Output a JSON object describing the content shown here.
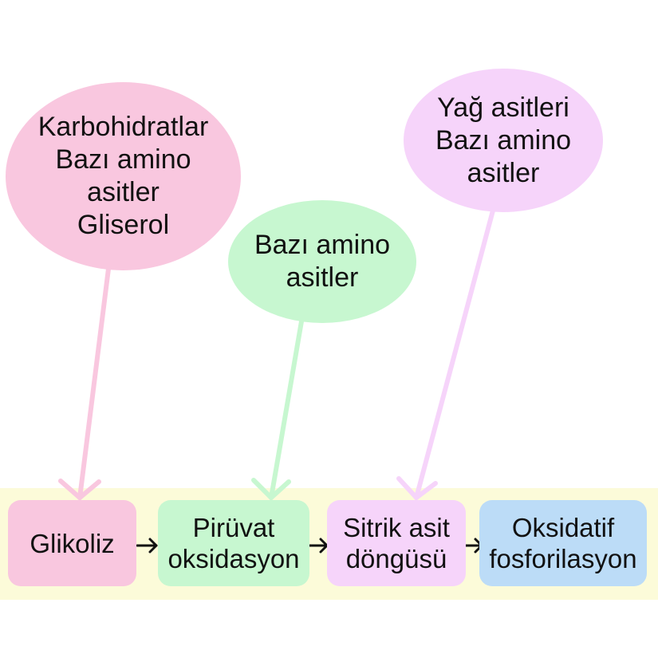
{
  "sources": [
    {
      "name": "pink-source",
      "lines": [
        "Karbohidratlar",
        "Bazı amino",
        "asitler",
        "Gliserol"
      ],
      "color": "#f9c7df"
    },
    {
      "name": "green-source",
      "lines": [
        "Bazı amino",
        "asitler"
      ],
      "color": "#c7f7d0"
    },
    {
      "name": "purple-source",
      "lines": [
        "Yağ asitleri",
        "Bazı amino",
        "asitler"
      ],
      "color": "#f6d4fa"
    }
  ],
  "stages": [
    {
      "lines": [
        "Glikoliz"
      ],
      "color": "#f9c7df"
    },
    {
      "lines": [
        "Pirüvat",
        "oksidasyon"
      ],
      "color": "#c7f7d0"
    },
    {
      "lines": [
        "Sitrik asit",
        "döngüsü"
      ],
      "color": "#f6d4fa"
    },
    {
      "lines": [
        "Oksidatif",
        "fosforilasyon"
      ],
      "color": "#bcdcf7"
    }
  ],
  "pathway_band_color": "#fcfbd9",
  "connector_icon": "arrow-right-icon",
  "feed_arrow_icon": "arrow-down-icon"
}
